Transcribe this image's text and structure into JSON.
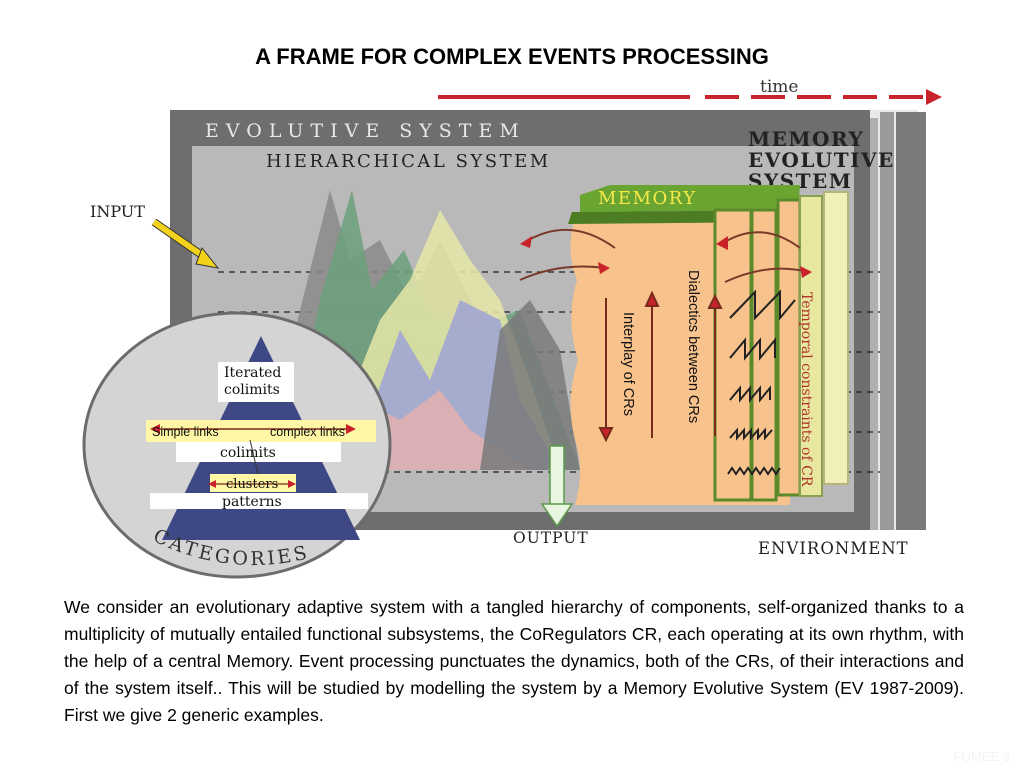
{
  "slide": {
    "title": "A FRAME FOR COMPLEX EVENTS PROCESSING",
    "caption": "We consider an evolutionary adaptive system with a tangled hierarchy of components, self-organized thanks to a multiplicity of mutually entailed functional subsystems, the CoRegulators CR, each operating at its own rhythm, with the help of a central Memory. Event processing punctuates the dynamics, both of the CRs, of their interactions and of the system itself.. This will be studied by modelling the system by a Memory Evolutive System (EV 1987-2009). First we give 2 generic examples.",
    "footer": "FUMEE 3"
  },
  "diagram": {
    "time_label": "time",
    "evolutive_system": "EVOLUTIVE SYSTEM",
    "hierarchical_system": "HIERARCHICAL SYSTEM",
    "mes_line1": "MEMORY",
    "mes_line2": "EVOLUTIVE",
    "mes_line3": "SYSTEM",
    "memory": "MEMORY",
    "input": "INPUT",
    "output": "OUTPUT",
    "environment": "ENVIRONMENT",
    "dialectics": "Dialectics between CRs",
    "interplay": "Interplay of CRs",
    "temporal": "Temporal constraints of CR",
    "iterated_1": "Iterated",
    "iterated_2": "colimits",
    "simple_links": "Simple links",
    "complex_links": "complex links",
    "colimits": "colimits",
    "clusters": "clusters",
    "patterns": "patterns",
    "categories": "CATEGORIES"
  },
  "colors": {
    "frame_gray": "#6e6e6e",
    "panel_gray": "#b9b9b9",
    "memory_orange": "#f7c28b",
    "memory_green": "#6aa431",
    "time_arrow_red": "#c8222a",
    "input_arrow_yellow": "#f2d21b",
    "pyramid_blue": "#3e4884",
    "link_yellow": "#fff7a6"
  }
}
